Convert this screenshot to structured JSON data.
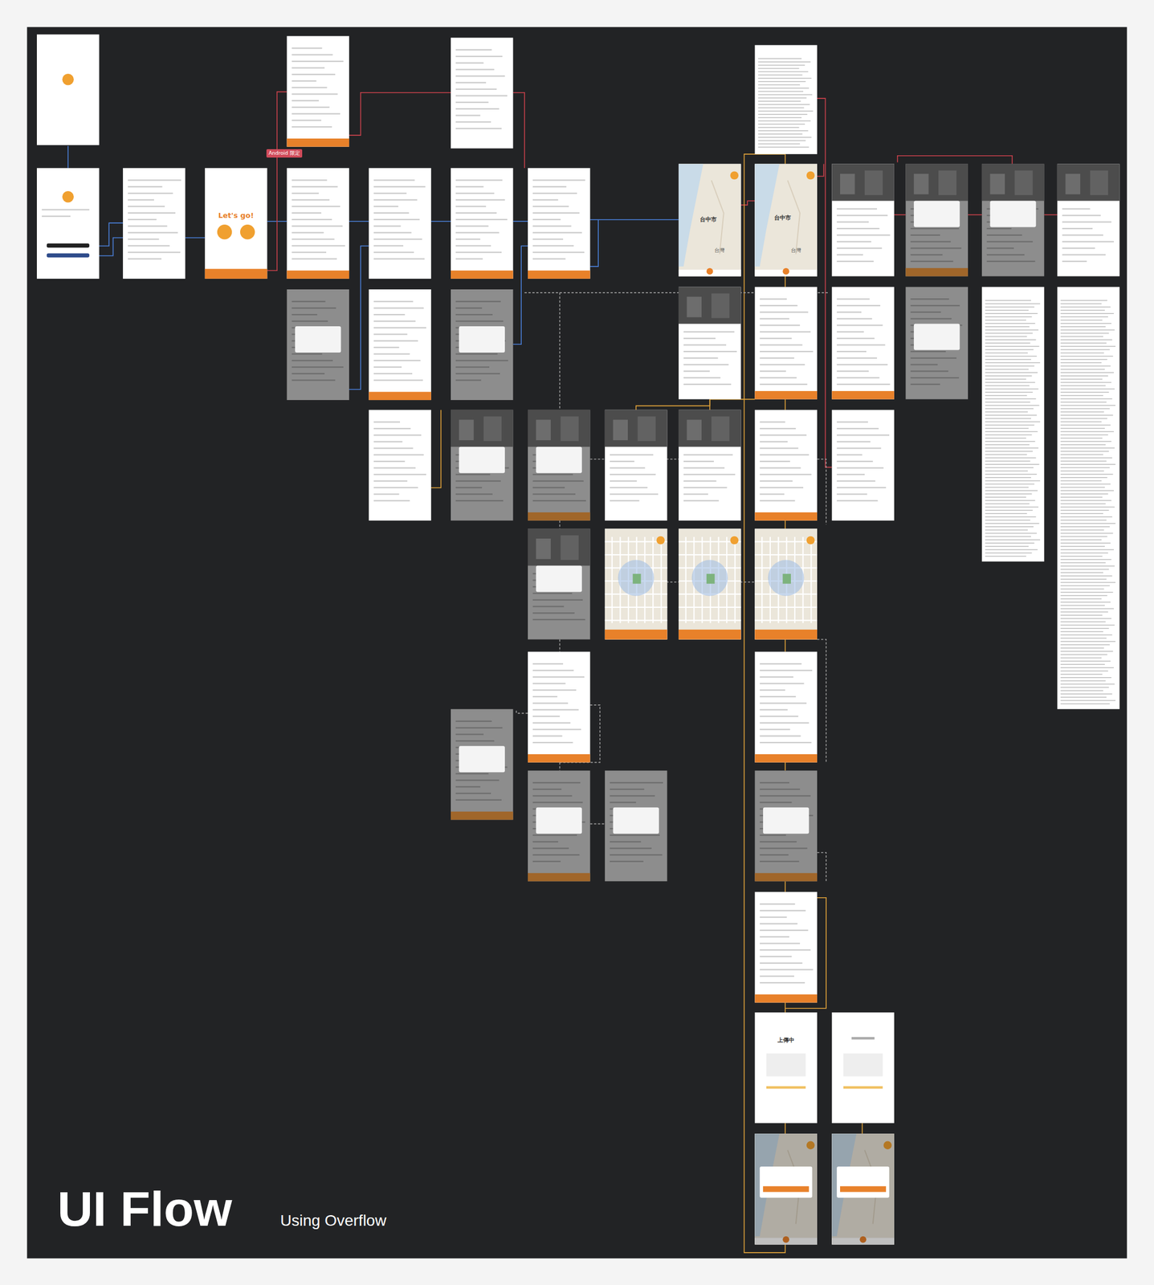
{
  "diagram": {
    "title": "UI Flow",
    "caption": "Using Overflow",
    "nodes": [
      {
        "text": [
          "Let's go!"
        ]
      },
      {
        "text": [
          "台中市",
          "台灣"
        ]
      },
      {
        "text": [
          "台中市",
          "台灣"
        ]
      },
      {
        "text": [
          "上傳中"
        ]
      }
    ],
    "labels": [
      "Android 限定"
    ]
  }
}
